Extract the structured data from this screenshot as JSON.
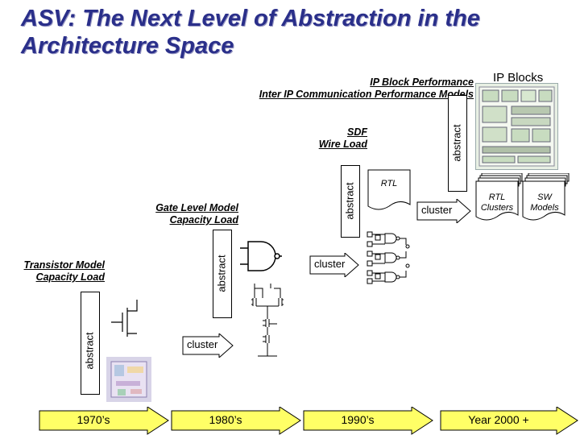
{
  "title_line1": "ASV: The Next Level of Abstraction in the",
  "title_line2": "Architecture Space",
  "labels": {
    "ip_perf": "IP Block Performance",
    "inter_ip": "Inter IP Communication Performance Models",
    "ip_blocks": "IP Blocks",
    "sdf": "SDF",
    "wire_load": "Wire Load",
    "rtl": "RTL",
    "gate_level": "Gate Level Model",
    "gate_capacity": "Capacity Load",
    "transistor": "Transistor Model",
    "transistor_capacity": "Capacity Load",
    "rtl_clusters_1": "RTL",
    "rtl_clusters_2": "Clusters",
    "sw_models_1": "SW",
    "sw_models_2": "Models"
  },
  "abstract_labels": [
    "abstract",
    "abstract",
    "abstract",
    "abstract"
  ],
  "cluster_labels": [
    "cluster",
    "cluster",
    "cluster"
  ],
  "timeline": [
    "1970’s",
    "1980’s",
    "1990’s",
    "Year 2000 +"
  ],
  "colors": {
    "title": "#2a2f8a",
    "arrow_fill": "#ffff66",
    "arrow_stroke": "#000000"
  }
}
